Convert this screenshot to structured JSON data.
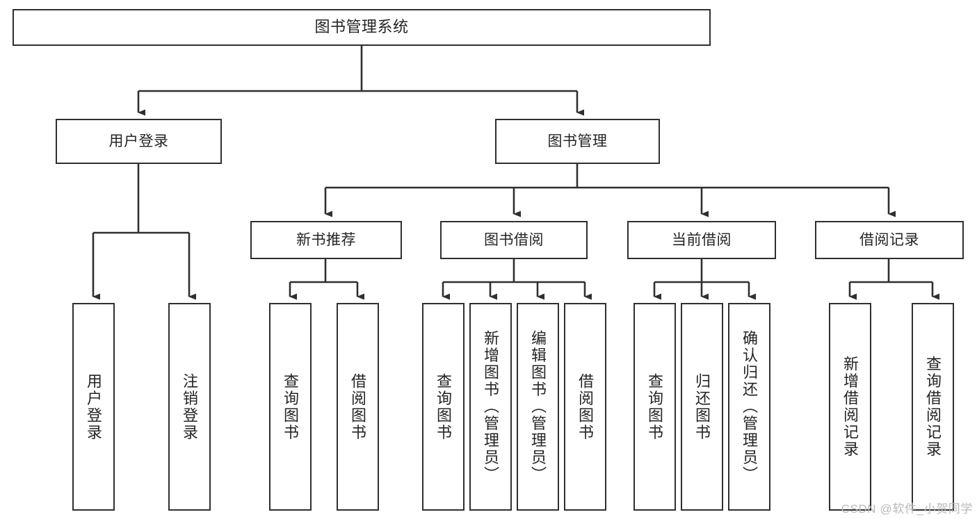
{
  "diagram": {
    "type": "tree",
    "title": "图书管理系统",
    "orientation": "top-down",
    "colors": {
      "box_border": "#2f2f2f",
      "box_fill": "#ffffff",
      "text": "#242424",
      "connector": "#2f2f2f",
      "watermark": "#b9b9b9"
    },
    "root": {
      "label": "图书管理系统"
    },
    "level2": [
      {
        "label": "用户登录"
      },
      {
        "label": "图书管理"
      }
    ],
    "level3": [
      {
        "label": "新书推荐"
      },
      {
        "label": "图书借阅"
      },
      {
        "label": "当前借阅"
      },
      {
        "label": "借阅记录"
      }
    ],
    "leaves": [
      {
        "label": "用户登录",
        "parent": "用户登录"
      },
      {
        "label": "注销登录",
        "parent": "用户登录"
      },
      {
        "label": "查询图书",
        "parent": "新书推荐"
      },
      {
        "label": "借阅图书",
        "parent": "新书推荐"
      },
      {
        "label": "查询图书",
        "parent": "图书借阅"
      },
      {
        "label": "新增图书（管理员）",
        "parent": "图书借阅"
      },
      {
        "label": "编辑图书（管理员）",
        "parent": "图书借阅"
      },
      {
        "label": "借阅图书",
        "parent": "图书借阅"
      },
      {
        "label": "查询图书",
        "parent": "当前借阅"
      },
      {
        "label": "归还图书",
        "parent": "当前借阅"
      },
      {
        "label": "确认归还（管理员）",
        "parent": "当前借阅"
      },
      {
        "label": "新增借阅记录",
        "parent": "借阅记录"
      },
      {
        "label": "查询借阅记录",
        "parent": "借阅记录"
      }
    ]
  },
  "watermark": {
    "text": "CSDN @软件_小贺同学"
  }
}
